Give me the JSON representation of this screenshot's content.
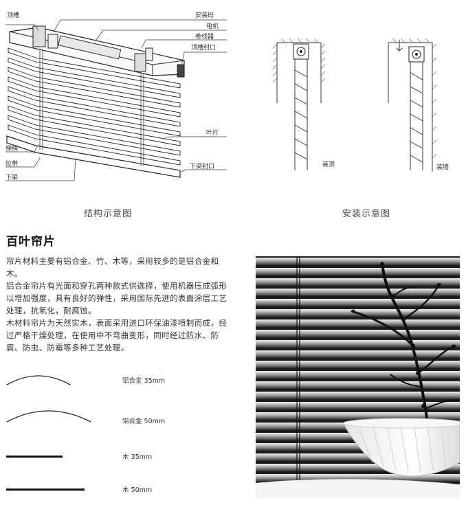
{
  "diagram_structure": {
    "labels": {
      "top_rail": "顶槽",
      "mount_bracket": "安装码",
      "motor": "电机",
      "reel": "卷线器",
      "top_cap": "顶槽封口",
      "slat": "叶片",
      "ladder_cord": "梯绳",
      "pull_cord": "拉带",
      "bottom_rail": "下梁",
      "bottom_cap": "下梁封口"
    },
    "caption": "结构示意图"
  },
  "diagram_install": {
    "labels": {
      "ceiling_mount": "装顶",
      "wall_mount": "装墙"
    },
    "caption": "安装示意图"
  },
  "section": {
    "title": "百叶帘片",
    "paragraphs": [
      "帘片材料主要有铝合金、竹、木等，采用较多的是铝合金和木。",
      "铝合金帘片有光面和穿孔两种款式供选择，使用机器压成弧形以增加强度，具有良好的弹性，采用国际先进的表面涂层工艺处理，抗氧化，耐腐蚀。",
      "木材料帘片为天然实木，表面采用进口环保油漆喷制而成，经过严格干燥处理，在使用中不弯曲变形，同时经过防水、防腐、防虫、防霉等多种工艺处理。"
    ]
  },
  "profiles": [
    {
      "label": "铝合金 35mm",
      "shape": "arc-small"
    },
    {
      "label": "铝合金 50mm",
      "shape": "arc-large"
    },
    {
      "label": "木 35mm",
      "shape": "flat-short"
    },
    {
      "label": "木 50mm",
      "shape": "flat-long"
    }
  ],
  "photo": {
    "subject": "black-and-white photo of horizontal blinds with branch and white bowl"
  }
}
